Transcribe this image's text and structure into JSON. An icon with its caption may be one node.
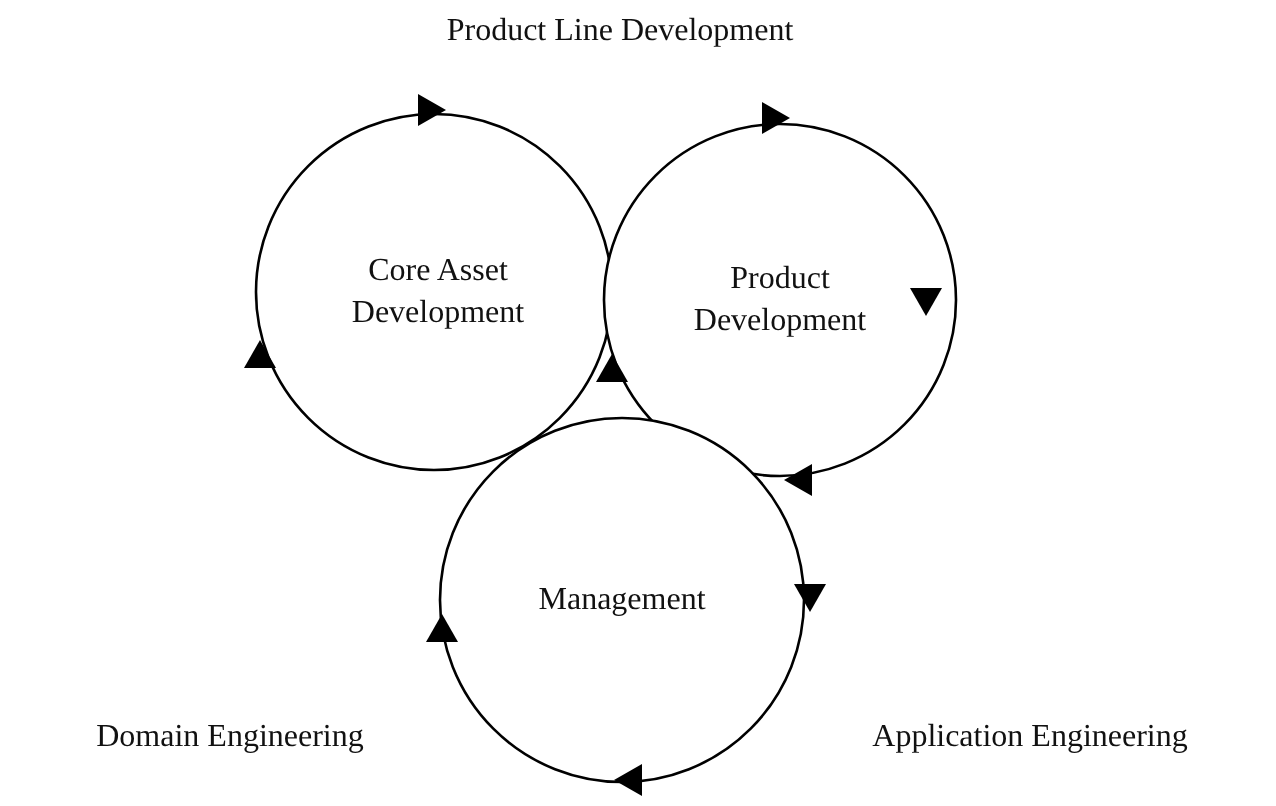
{
  "diagram": {
    "nodes": [
      {
        "text": [
          "Core Asset Development"
        ]
      },
      {
        "text": [
          "Product Development"
        ]
      },
      {
        "text": [
          "Management"
        ]
      }
    ],
    "labels": [
      "Product Line Development",
      "Domain Engineering",
      "Application Engineering"
    ]
  }
}
